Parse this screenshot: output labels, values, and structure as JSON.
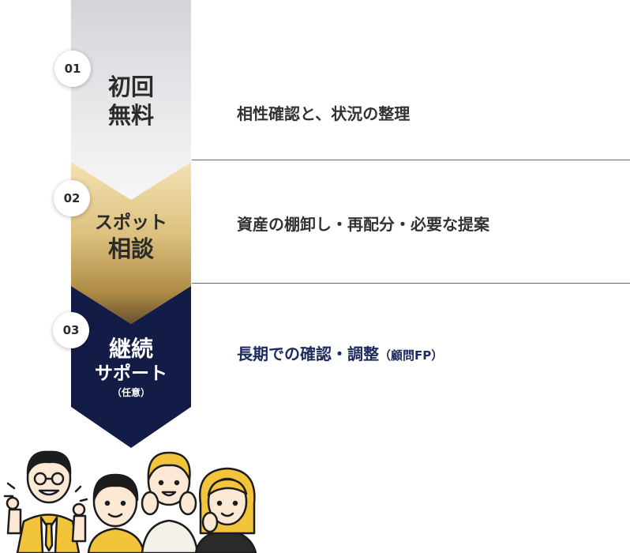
{
  "steps": [
    {
      "number": "01",
      "title_line1": "初回",
      "title_line2": "無料",
      "description": "相性確認と、状況の整理"
    },
    {
      "number": "02",
      "title_line1": "スポット",
      "title_line2": "相談",
      "description": "資産の棚卸し・再配分・必要な提案"
    },
    {
      "number": "03",
      "title_line1": "継続",
      "title_line2": "サポート",
      "title_note": "（任意）",
      "description_main": "長期での確認・調整",
      "description_note": "（顧問FP）"
    }
  ],
  "colors": {
    "navy": "#131c46",
    "gold": "#c9a44a",
    "silver": "#e6e6e8",
    "divider": "#5b6f72"
  }
}
